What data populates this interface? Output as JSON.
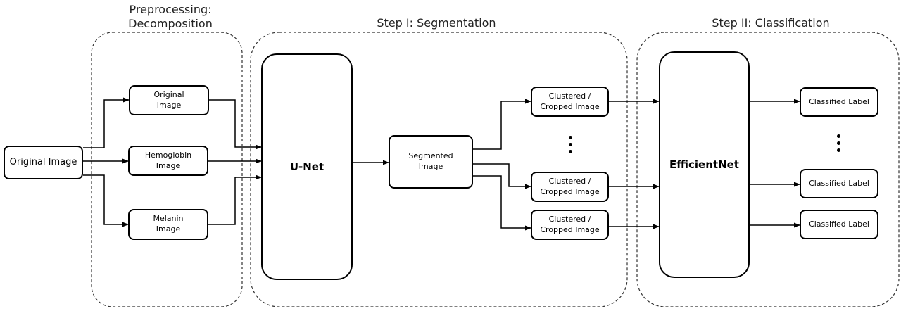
{
  "groups": {
    "preprocessing": {
      "title": "Preprocessing:\nDecomposition"
    },
    "step1": {
      "title": "Step I: Segmentation"
    },
    "step2": {
      "title": "Step II: Classification"
    }
  },
  "nodes": {
    "input": "Original Image",
    "original": "Original\nImage",
    "hemoglobin": "Hemoglobin\nImage",
    "melanin": "Melanin\nImage",
    "unet": "U-Net",
    "segmented": "Segmented\nImage",
    "clustered_1": "Clustered /\nCropped Image",
    "clustered_2": "Clustered /\nCropped Image",
    "clustered_3": "Clustered /\nCropped Image",
    "efficientnet": "EfficientNet",
    "label_1": "Classified Label",
    "label_2": "Classified Label",
    "label_3": "Classified Label"
  }
}
